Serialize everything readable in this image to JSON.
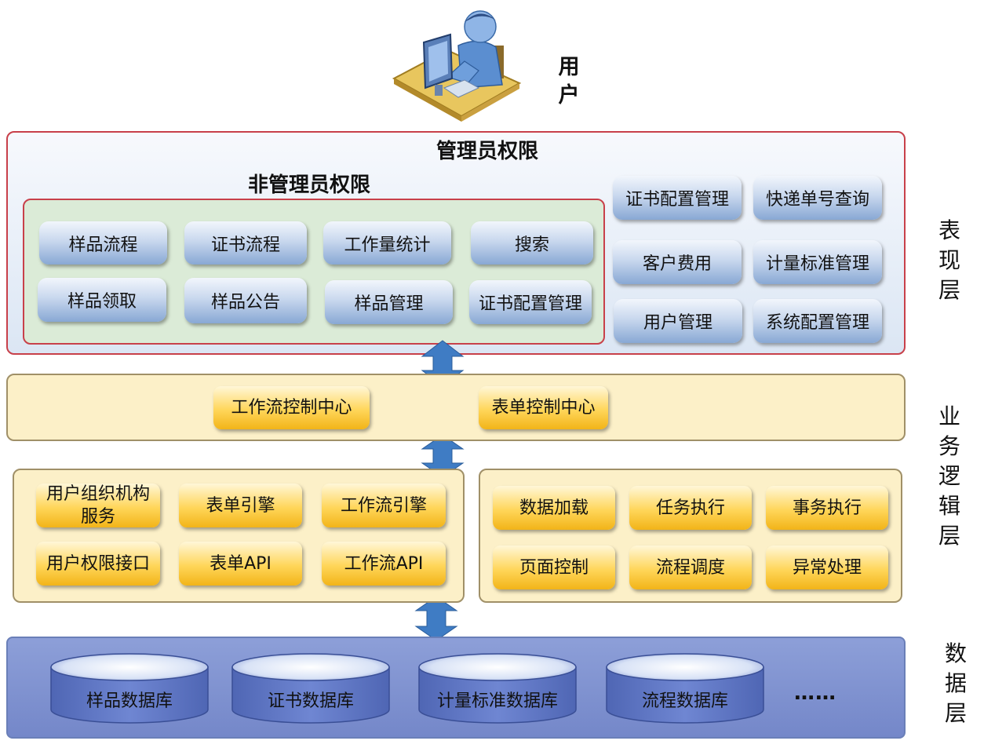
{
  "user": {
    "label_line1": "用",
    "label_line2": "户"
  },
  "presentation_layer": {
    "side_label": [
      "表",
      "现",
      "层"
    ],
    "admin_title": "管理员权限",
    "nonadmin_title": "非管理员权限",
    "nonadmin_buttons": [
      "样品流程",
      "证书流程",
      "工作量统计",
      "搜索",
      "样品领取",
      "样品公告",
      "样品管理",
      "证书配置管理"
    ],
    "admin_buttons": [
      "证书配置管理",
      "快递单号查询",
      "客户费用",
      "计量标准管理",
      "用户管理",
      "系统配置管理"
    ]
  },
  "business_layer": {
    "side_label": [
      "业",
      "务",
      "逻",
      "辑",
      "层"
    ],
    "control_centers": [
      "工作流控制中心",
      "表单控制中心"
    ],
    "left_group": [
      "用户组织机构服务",
      "表单引擎",
      "工作流引擎",
      "用户权限接口",
      "表单API",
      "工作流API"
    ],
    "left_group_first_line2": "服务",
    "right_group": [
      "数据加载",
      "任务执行",
      "事务执行",
      "页面控制",
      "流程调度",
      "异常处理"
    ]
  },
  "data_layer": {
    "side_label": [
      "数",
      "据",
      "层"
    ],
    "databases": [
      "样品数据库",
      "证书数据库",
      "计量标准数据库",
      "流程数据库"
    ],
    "more": "……"
  },
  "colors": {
    "panel_border": "#c8404a",
    "arrow_fill": "#3f7cc4",
    "gold": "#ffd65a",
    "blue_button": "#88a8d4"
  }
}
